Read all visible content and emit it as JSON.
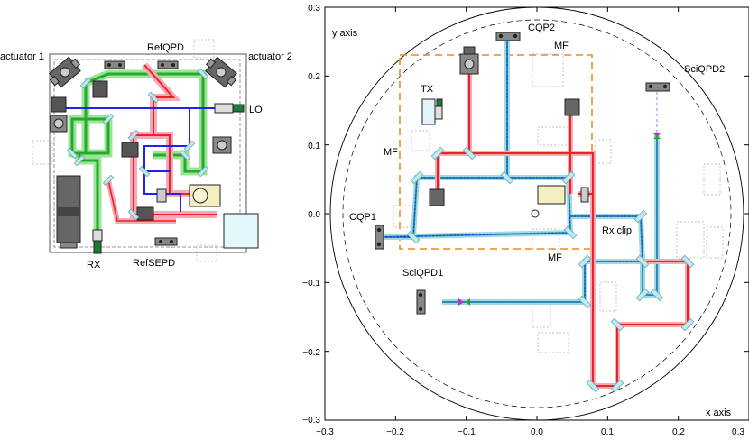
{
  "left_panel": {
    "labels": {
      "actuator_1": "actuator 1",
      "actuator_2": "actuator 2",
      "ref_qpd": "RefQPD",
      "lo": "LO",
      "rx": "RX",
      "ref_sepd": "RefSEPD"
    }
  },
  "right_panel": {
    "axes": {
      "x_label": "x axis",
      "y_label": "y axis",
      "xlim": [
        -0.3,
        0.3
      ],
      "ylim": [
        -0.3,
        0.3
      ],
      "x_ticks": [
        "−0.3",
        "−0.2",
        "−0.1",
        "0.0",
        "0.1",
        "0.2",
        "0.3"
      ],
      "y_ticks": [
        "0.3",
        "0.2",
        "0.1",
        "0.0",
        "−0.1",
        "−0.2",
        "−0.3"
      ]
    },
    "labels": {
      "cqp2": "CQP2",
      "cqp1": "CQP1",
      "sci_qpd2": "SciQPD2",
      "sci_qpd1": "SciQPD1",
      "tx": "TX",
      "mf_top": "MF",
      "mf_left": "MF",
      "mf_bottom": "MF",
      "rx_clip": "Rx clip"
    }
  },
  "colors": {
    "green_beam": "#2aa82a",
    "green_glow": "#9be59b",
    "red_beam": "#ee2222",
    "pink_glow": "#f4aab8",
    "blue_beam": "#2222ee",
    "teal_beam": "#2a8fa8",
    "teal_glow": "#9fd8e6",
    "orange_box": "#f08a1a",
    "mirror": "#bfeaf5"
  }
}
